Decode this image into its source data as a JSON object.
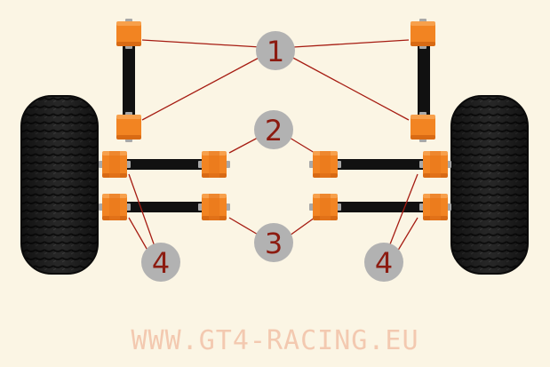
{
  "labels": {
    "top_mount": "1",
    "upper_inner": "2",
    "lower_inner": "3",
    "outer_left": "4",
    "outer_right": "4"
  },
  "watermark": "WWW.GT4-RACING.EU",
  "colors": {
    "background": "#fbf5e4",
    "bushing": "#f28422",
    "bushing_dark": "#c85e10",
    "bolt": "#a8a8a8",
    "arm": "#111111",
    "leader_line": "#a61c12",
    "badge_fill": "#b2b2b2",
    "badge_text": "#8c1b10",
    "tyre": "#222222",
    "watermark": "#f3c9b0"
  }
}
